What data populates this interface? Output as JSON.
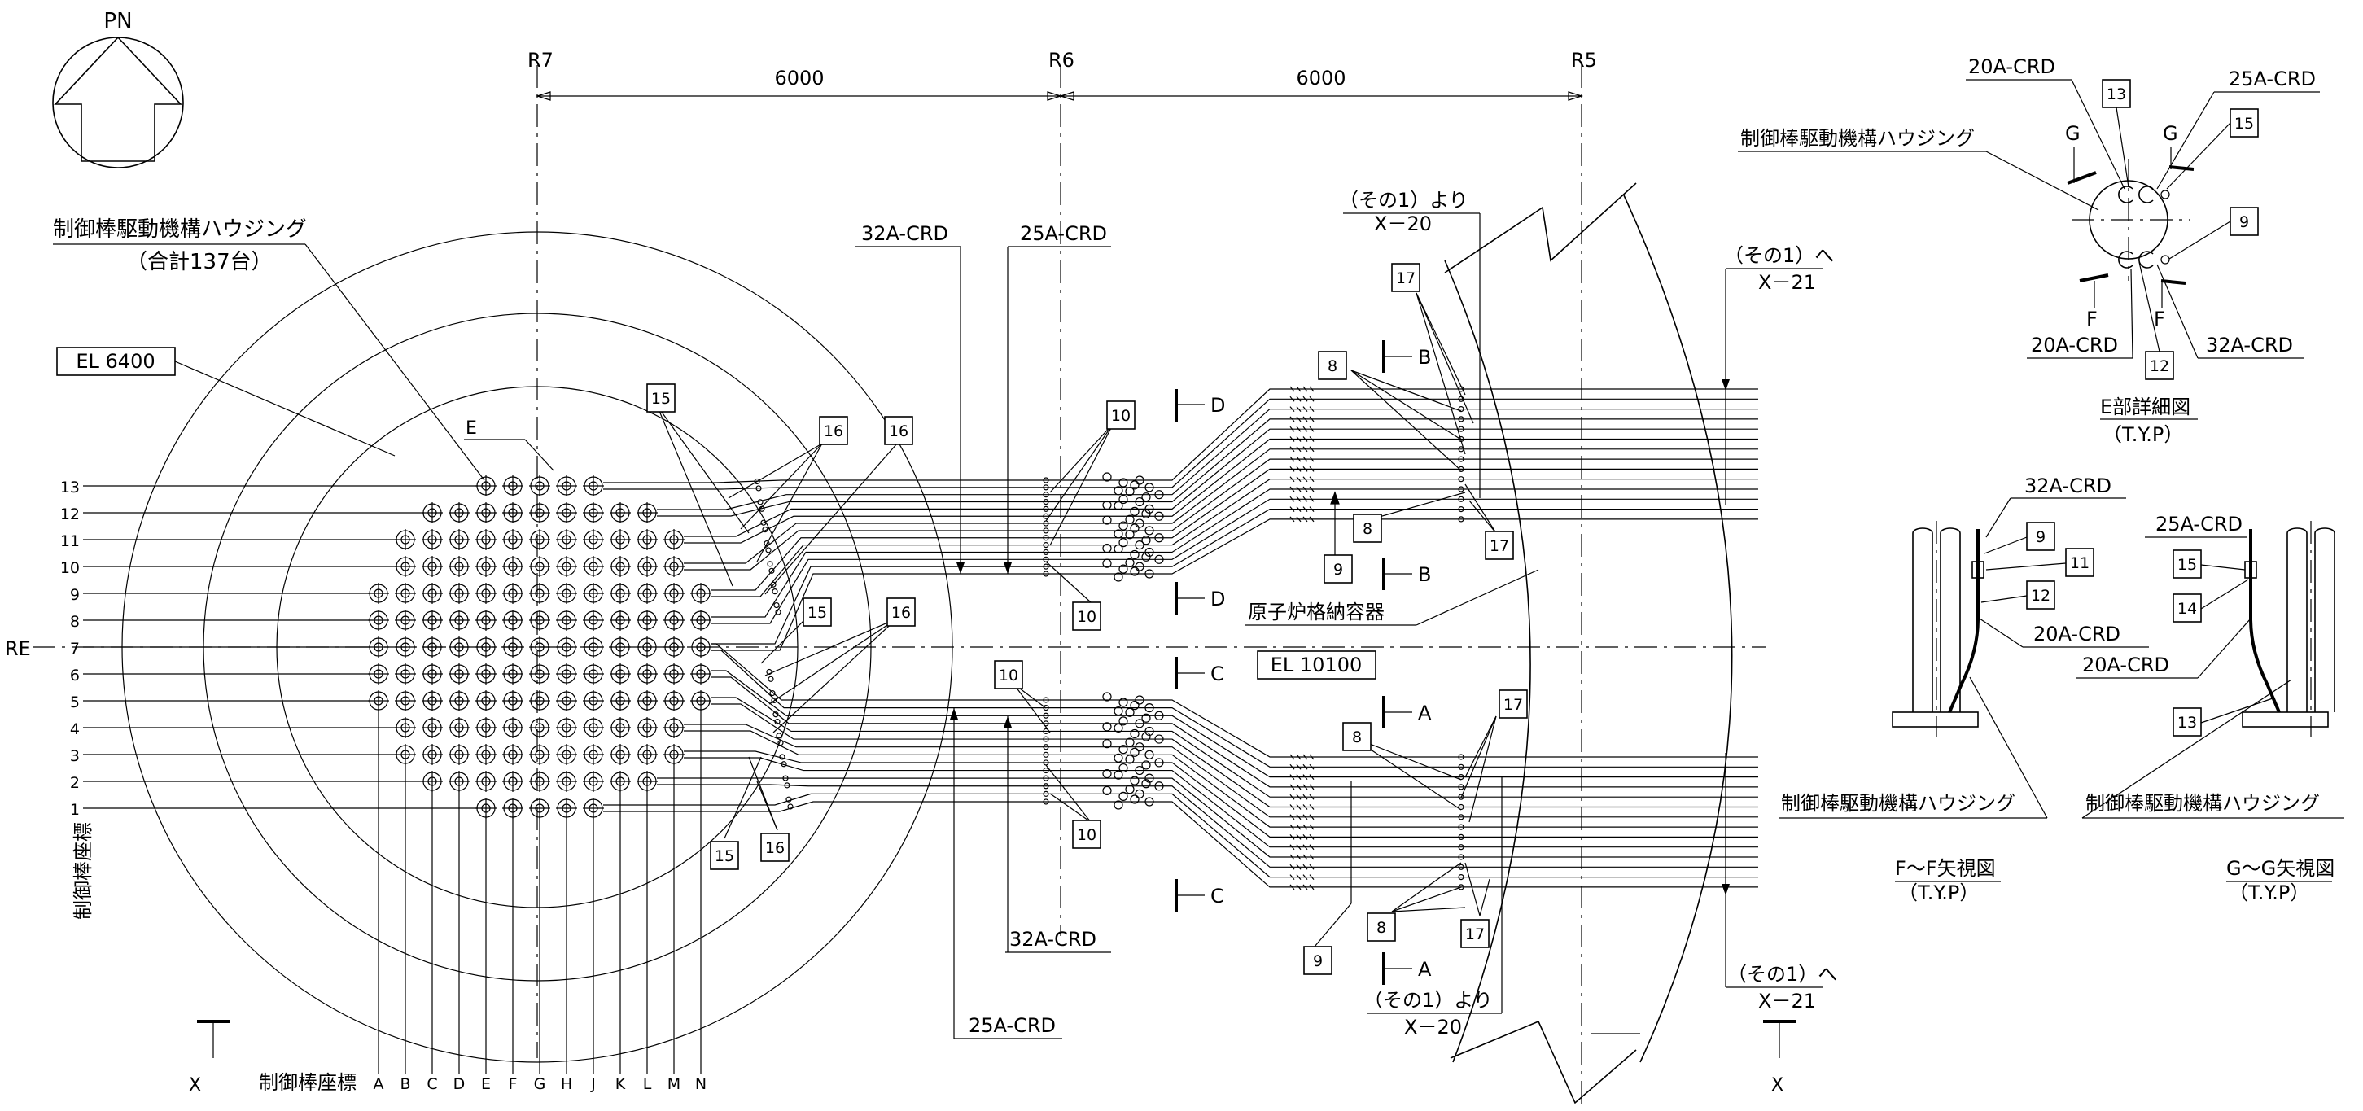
{
  "north": {
    "label": "PN"
  },
  "axes": {
    "r7": "R7",
    "r6": "R6",
    "r5": "R5",
    "re": "RE"
  },
  "dims": {
    "d1": "6000",
    "d2": "6000"
  },
  "labels": {
    "housing_main": "制御棒駆動機構ハウジング",
    "housing_total": "（合計137台）",
    "el6400": "EL 6400",
    "el10100": "EL 10100",
    "e_mark": "E",
    "pcv": "原子炉格納容器",
    "rod_coord_y": "制御棒座標",
    "rod_coord_x": "制御棒座標",
    "pipe_32a": "32A-CRD",
    "pipe_25a": "25A-CRD",
    "pipe_20a": "20A-CRD",
    "from_1": "（その1）より",
    "to_1": "（その1）へ",
    "x20": "X－20",
    "x21": "X－21",
    "x_mark": "X",
    "sec_a": "A",
    "sec_b": "B",
    "sec_c": "C",
    "sec_d": "D",
    "sec_f": "F",
    "sec_g": "G"
  },
  "grid_rows": [
    "13",
    "12",
    "11",
    "10",
    "9",
    "8",
    "7",
    "6",
    "5",
    "4",
    "3",
    "2",
    "1"
  ],
  "grid_cols": [
    "A",
    "B",
    "C",
    "D",
    "E",
    "F",
    "G",
    "H",
    "J",
    "K",
    "L",
    "M",
    "N"
  ],
  "callouts": {
    "c8": "8",
    "c9": "9",
    "c10": "10",
    "c11": "11",
    "c12": "12",
    "c13": "13",
    "c14": "14",
    "c15": "15",
    "c16": "16",
    "c17": "17"
  },
  "details": {
    "e_title": "E部詳細図",
    "e_typ": "（T.Y.P）",
    "ff_title": "F～F矢視図",
    "ff_typ": "（T.Y.P）",
    "gg_title": "G～G矢視図",
    "gg_typ": "（T.Y.P）",
    "housing": "制御棒駆動機構ハウジング"
  }
}
